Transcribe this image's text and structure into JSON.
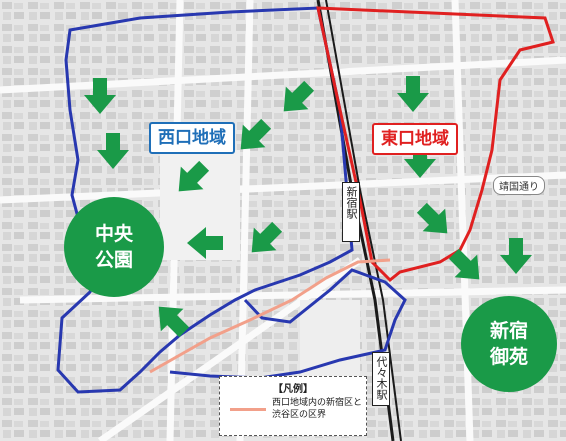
{
  "regions": {
    "west": {
      "label": "西口地域",
      "color": "#1f6fb8"
    },
    "east": {
      "label": "東口地域",
      "color": "#e02020"
    }
  },
  "parks": {
    "central": {
      "line1": "中央",
      "line2": "公園",
      "color": "#1a9a48"
    },
    "gyoen": {
      "line1": "新宿",
      "line2": "御苑",
      "color": "#1a9a48"
    }
  },
  "stations": {
    "shinjuku": "新宿駅",
    "yoyogi": "代々木駅"
  },
  "street_label": "靖国通り",
  "legend": {
    "title": "【凡例】",
    "item_text": "西口地域内の新宿区と渋谷区の区界",
    "item_color": "#f2a08a"
  },
  "arrows": {
    "color": "#1a9a48",
    "icon": "arrow-icon"
  }
}
